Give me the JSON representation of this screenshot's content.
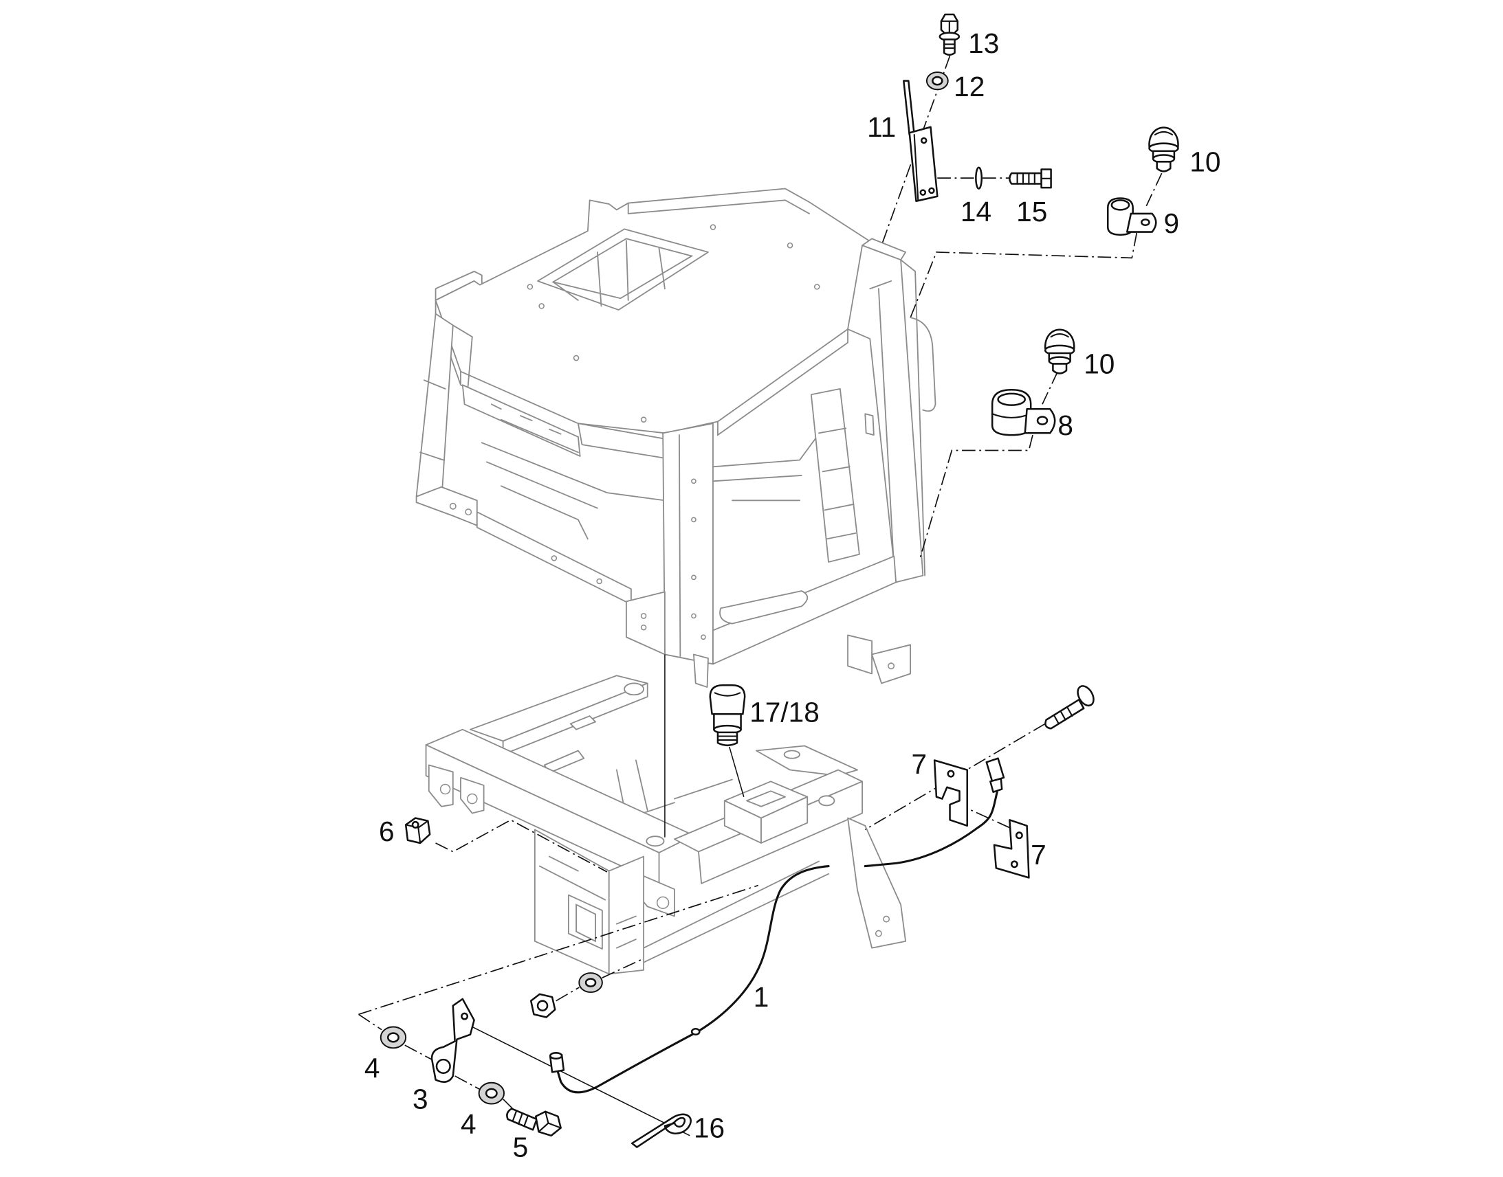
{
  "colors": {
    "background": "#ffffff",
    "part_line": "#111111",
    "frame_line": "#8c8c8c"
  },
  "diagram": {
    "callouts": [
      "13",
      "12",
      "11",
      "10",
      "14",
      "15",
      "9",
      "10",
      "8",
      "17/18",
      "7",
      "7",
      "6",
      "1",
      "4",
      "3",
      "4",
      "16",
      "5"
    ]
  }
}
